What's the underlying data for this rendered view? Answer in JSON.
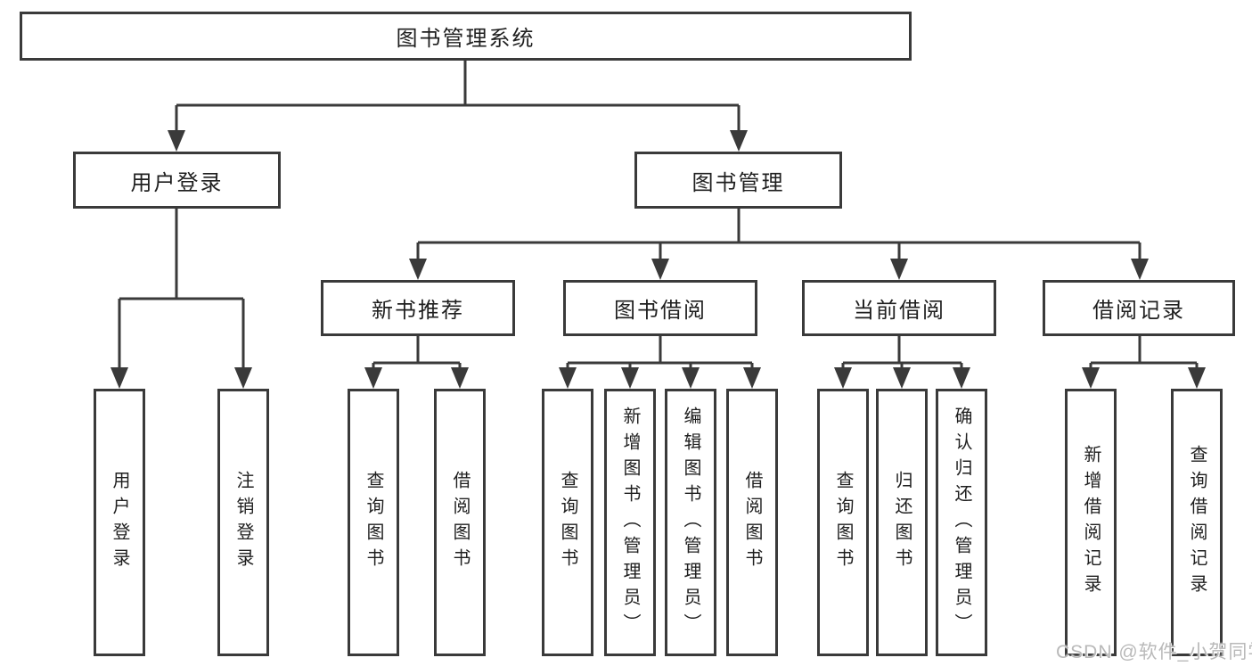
{
  "diagram": {
    "type": "hierarchy-diagram",
    "title": "图书管理系统"
  },
  "watermark": "CSDN @软件_小贺同学",
  "colors": {
    "line": "#3a3a3a",
    "box_border": "#3a3a3a",
    "box_fill": "#ffffff",
    "text": "#1f1f1f",
    "watermark": "#b9b9b9",
    "background": "#ffffff"
  },
  "nodes": {
    "root": {
      "label": "图书管理系统"
    },
    "user_login": {
      "label": "用户登录"
    },
    "book_mgmt": {
      "label": "图书管理"
    },
    "new_book_rec": {
      "label": "新书推荐"
    },
    "book_borrow": {
      "label": "图书借阅"
    },
    "current_borrow": {
      "label": "当前借阅"
    },
    "borrow_records": {
      "label": "借阅记录"
    },
    "leaf_user_login": {
      "label": "用户登录"
    },
    "leaf_logout": {
      "label": "注销登录"
    },
    "leaf_rec_query": {
      "label": "查询图书"
    },
    "leaf_rec_borrow": {
      "label": "借阅图书"
    },
    "leaf_bb_query": {
      "label": "查询图书"
    },
    "leaf_bb_add": {
      "label": "新增图书（管理员）"
    },
    "leaf_bb_edit": {
      "label": "编辑图书（管理员）"
    },
    "leaf_bb_borrow": {
      "label": "借阅图书"
    },
    "leaf_cb_query": {
      "label": "查询图书"
    },
    "leaf_cb_return": {
      "label": "归还图书"
    },
    "leaf_cb_confirm": {
      "label": "确认归还（管理员）"
    },
    "leaf_br_add": {
      "label": "新增借阅记录"
    },
    "leaf_br_query": {
      "label": "查询借阅记录"
    }
  },
  "tree": {
    "label": "图书管理系统",
    "children": [
      {
        "label": "用户登录",
        "children": [
          {
            "label": "用户登录"
          },
          {
            "label": "注销登录"
          }
        ]
      },
      {
        "label": "图书管理",
        "children": [
          {
            "label": "新书推荐",
            "children": [
              {
                "label": "查询图书"
              },
              {
                "label": "借阅图书"
              }
            ]
          },
          {
            "label": "图书借阅",
            "children": [
              {
                "label": "查询图书"
              },
              {
                "label": "新增图书（管理员）"
              },
              {
                "label": "编辑图书（管理员）"
              },
              {
                "label": "借阅图书"
              }
            ]
          },
          {
            "label": "当前借阅",
            "children": [
              {
                "label": "查询图书"
              },
              {
                "label": "归还图书"
              },
              {
                "label": "确认归还（管理员）"
              }
            ]
          },
          {
            "label": "借阅记录",
            "children": [
              {
                "label": "新增借阅记录"
              },
              {
                "label": "查询借阅记录"
              }
            ]
          }
        ]
      }
    ]
  }
}
